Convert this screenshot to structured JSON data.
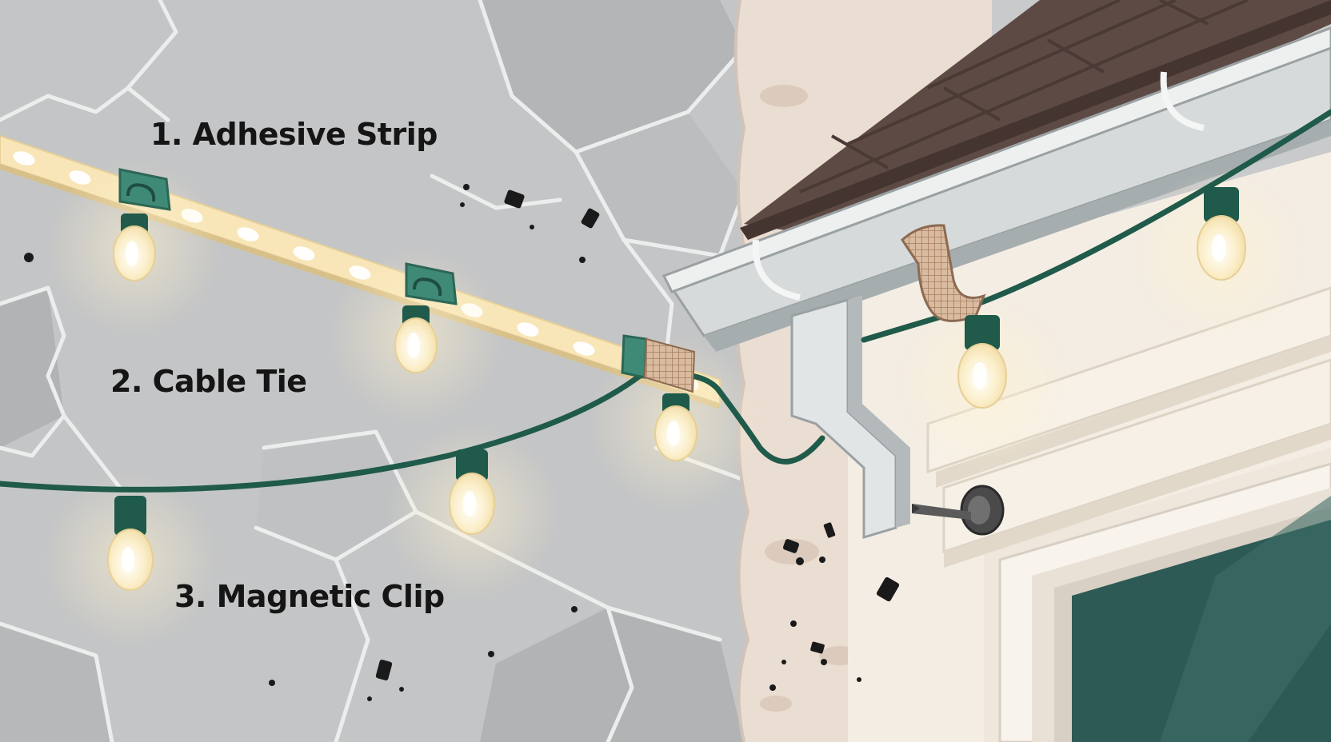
{
  "labels": {
    "adhesive_strip": "1. Adhesive Strip",
    "cable_tie": "2. Cable Tie",
    "magnetic_clip": "3. Magnetic Clip"
  },
  "icons": [
    "adhesive-clip-icon",
    "cable-tie-icon",
    "bulb-icon",
    "nail-icon",
    "hook-tape-icon"
  ],
  "colors": {
    "concrete": "#c4c5c6",
    "stucco": "#eaddd2",
    "wire": "#1f5a4a",
    "clip": "#3f8a76",
    "strip": "#f8e6b8",
    "bulb": "#fbefcb",
    "roof": "#5e4a44",
    "gutter": "#d6dadb",
    "trim": "#f3ece2",
    "window": "#2e5a55",
    "mesh_tape": "#d8b89c",
    "text": "#151515"
  }
}
